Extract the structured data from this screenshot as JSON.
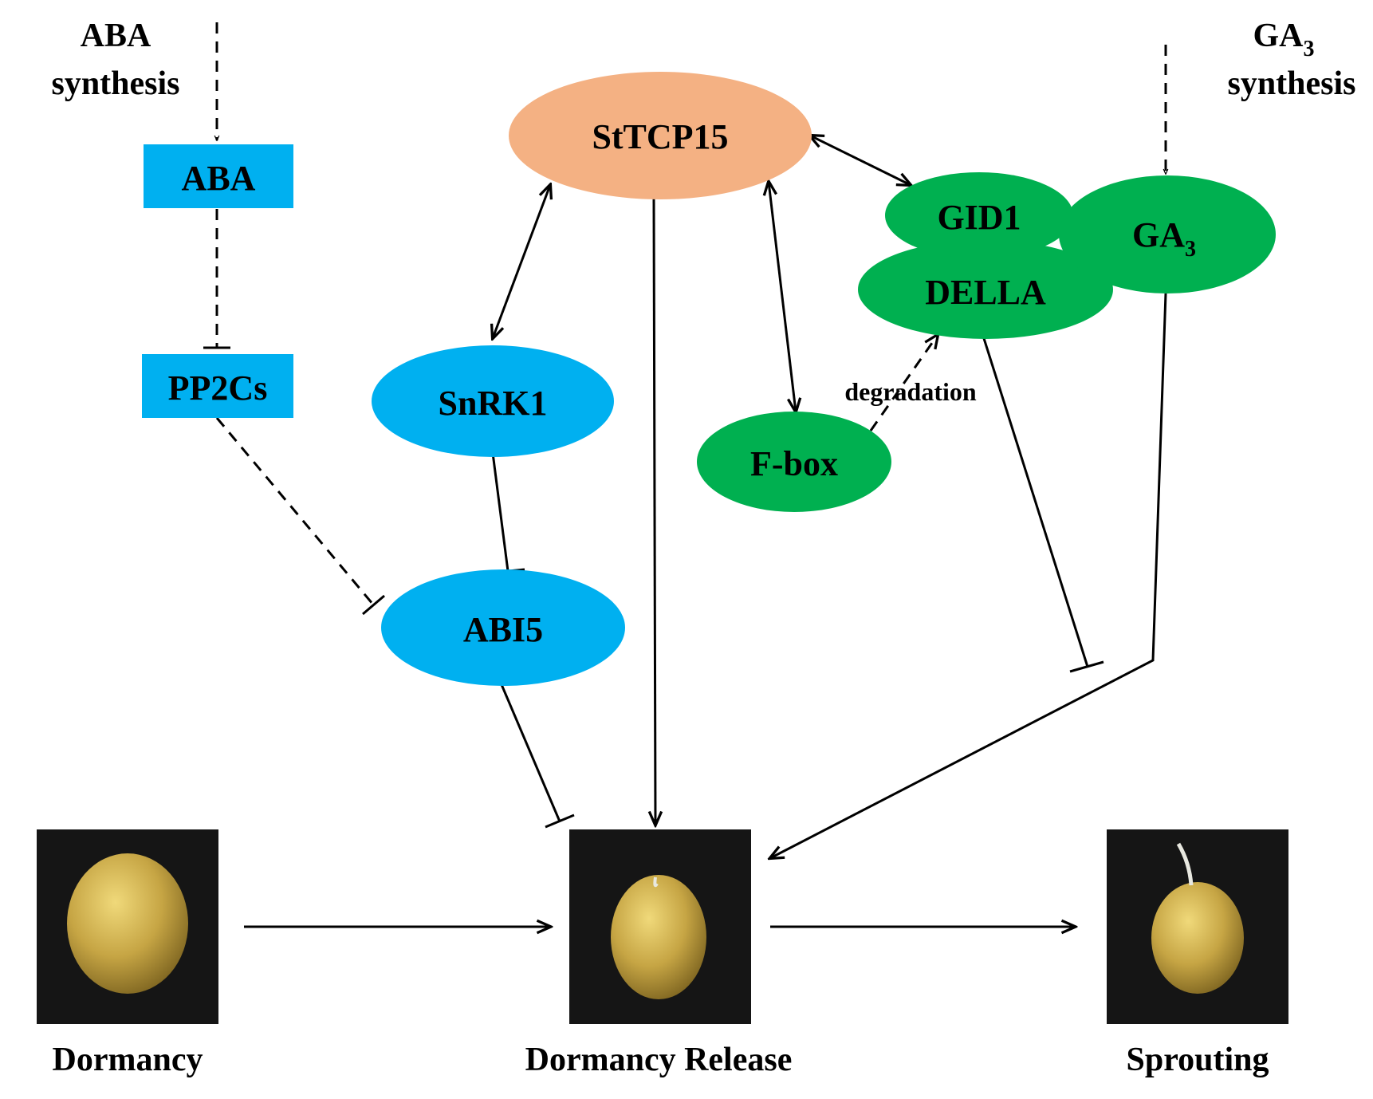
{
  "colors": {
    "aba_nodes": "#00b0f0",
    "tcp_node": "#f4b183",
    "ga_nodes": "#00b050",
    "photo_bg": "#151515",
    "tuber": "#b89a35"
  },
  "inputs": {
    "aba_synthesis": {
      "line1": "ABA",
      "line2": "synthesis"
    },
    "ga3_synthesis": {
      "line1_main": "GA",
      "line1_sub": "3",
      "line2": "synthesis"
    }
  },
  "nodes": {
    "aba": "ABA",
    "pp2cs": "PP2Cs",
    "sttcp15": "StTCP15",
    "snrk1": "SnRK1",
    "abi5": "ABI5",
    "gid1": "GID1",
    "della": "DELLA",
    "ga3": {
      "main": "GA",
      "sub": "3"
    },
    "fbox": "F-box"
  },
  "edge_labels": {
    "degradation": "degradation"
  },
  "stages": [
    {
      "label": "Dormancy",
      "image": "dormant tuber photo"
    },
    {
      "label": "Dormancy Release",
      "image": "tuber with small sprout photo"
    },
    {
      "label": "Sprouting",
      "image": "tuber with sprout photo"
    }
  ]
}
